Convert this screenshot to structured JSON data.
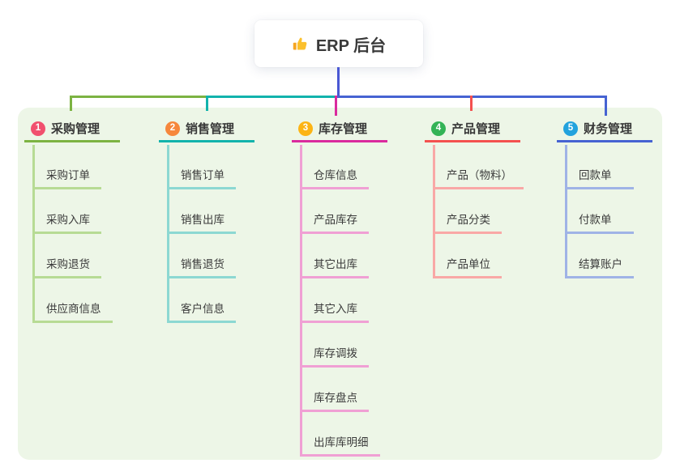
{
  "root": {
    "title": "ERP 后台",
    "icon": "thumbs-up-icon",
    "connector_color": "#4a58d4"
  },
  "panel_color": "#edf6e7",
  "branches": [
    {
      "number": "1",
      "label": "采购管理",
      "badge_color": "#f1506e",
      "line_color": "#7cb342",
      "light_color": "#b7db94",
      "children": [
        "采购订单",
        "采购入库",
        "采购退货",
        "供应商信息"
      ]
    },
    {
      "number": "2",
      "label": "销售管理",
      "badge_color": "#f6873c",
      "line_color": "#12b3ac",
      "light_color": "#8cd8d2",
      "children": [
        "销售订单",
        "销售出库",
        "销售退货",
        "客户信息"
      ]
    },
    {
      "number": "3",
      "label": "库存管理",
      "badge_color": "#fcb415",
      "line_color": "#da2a9e",
      "light_color": "#f0a0d4",
      "children": [
        "仓库信息",
        "产品库存",
        "其它出库",
        "其它入库",
        "库存调拨",
        "库存盘点",
        "出库库明细"
      ]
    },
    {
      "number": "4",
      "label": "产品管理",
      "badge_color": "#33b356",
      "line_color": "#f4514f",
      "light_color": "#f9a8a6",
      "children": [
        "产品（物料）",
        "产品分类",
        "产品单位"
      ]
    },
    {
      "number": "5",
      "label": "财务管理",
      "badge_color": "#22a2dd",
      "line_color": "#4663d2",
      "light_color": "#9fb3e6",
      "children": [
        "回款单",
        "付款单",
        "结算账户"
      ]
    }
  ]
}
